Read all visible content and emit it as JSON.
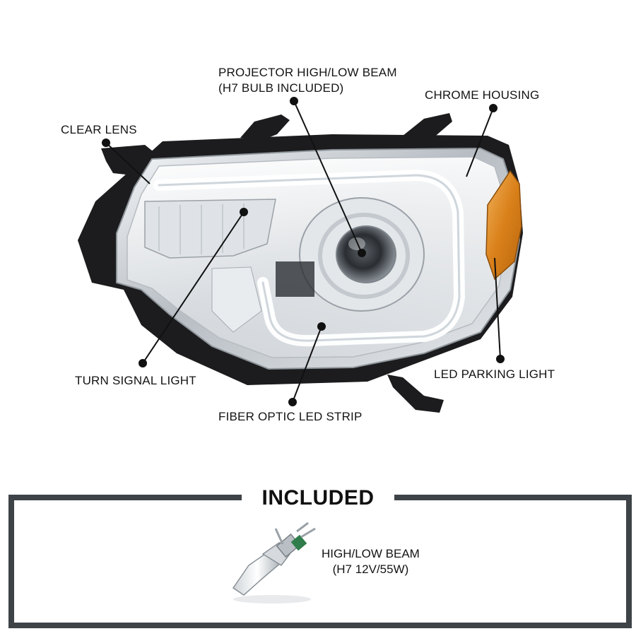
{
  "callouts": {
    "projector": {
      "line1": "PROJECTOR HIGH/LOW BEAM",
      "line2": "(H7 BULB INCLUDED)"
    },
    "chrome_housing": "CHROME HOUSING",
    "clear_lens": "CLEAR LENS",
    "turn_signal": "TURN SIGNAL LIGHT",
    "led_parking": "LED PARKING LIGHT",
    "fiber_optic": "FIBER OPTIC LED STRIP"
  },
  "included": {
    "title": "INCLUDED",
    "bulb": {
      "line1": "HIGH/LOW BEAM",
      "line2": "(H7 12V/55W)"
    }
  },
  "colors": {
    "frame": "#3d4347",
    "housing_black": "#1c1c1e",
    "chrome": "#c9ced3",
    "amber": "#e08a1e"
  }
}
